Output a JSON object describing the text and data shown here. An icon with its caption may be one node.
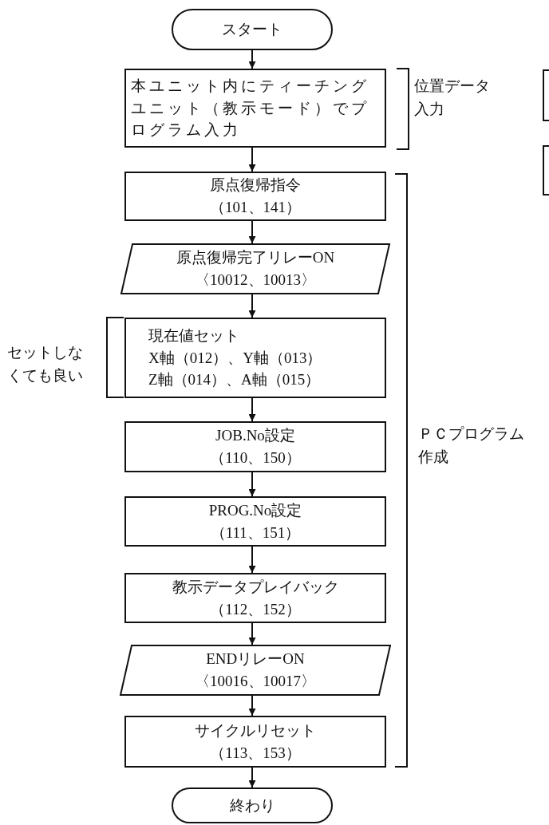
{
  "diagram": {
    "nodes": [
      {
        "text": [
          "スタート"
        ]
      },
      {
        "text": [
          "本ユニット内にティーチングユニット（教示モード）でプログラム入力"
        ]
      },
      {
        "text": [
          "原点復帰指令",
          "（101、141）"
        ]
      },
      {
        "text": [
          "原点復帰完了リレーON",
          "〈10012、10013〉"
        ]
      },
      {
        "text": [
          "現在値セット",
          "X軸（012）、Y軸（013）",
          "Z軸（014）、A軸（015）"
        ]
      },
      {
        "text": [
          "JOB.No設定",
          "（110、150）"
        ]
      },
      {
        "text": [
          "PROG.No設定",
          "（111、151）"
        ]
      },
      {
        "text": [
          "教示データプレイバック",
          "（112、152）"
        ]
      },
      {
        "text": [
          "ENDリレーON",
          "〈10016、10017〉"
        ]
      },
      {
        "text": [
          "サイクルリセット",
          "（113、153）"
        ]
      },
      {
        "text": [
          "終わり"
        ]
      },
      {
        "text": [],
        "shape": "box"
      },
      {
        "text": [],
        "shape": "box"
      }
    ],
    "edges": [
      {
        "from": 0,
        "to": 1,
        "arrow": "to"
      },
      {
        "from": 1,
        "to": 2,
        "arrow": "to"
      },
      {
        "from": 2,
        "to": 3,
        "arrow": "to"
      },
      {
        "from": 3,
        "to": 4,
        "arrow": "to"
      },
      {
        "from": 4,
        "to": 5,
        "arrow": "to"
      },
      {
        "from": 5,
        "to": 6,
        "arrow": "to"
      },
      {
        "from": 6,
        "to": 7,
        "arrow": "to"
      },
      {
        "from": 7,
        "to": 8,
        "arrow": "to"
      },
      {
        "from": 8,
        "to": 9,
        "arrow": "to"
      },
      {
        "from": 9,
        "to": 10,
        "arrow": "to"
      }
    ],
    "labels": [
      "位置データ入力",
      "セットしなくても良い",
      "ＰＣプログラム作成"
    ]
  }
}
